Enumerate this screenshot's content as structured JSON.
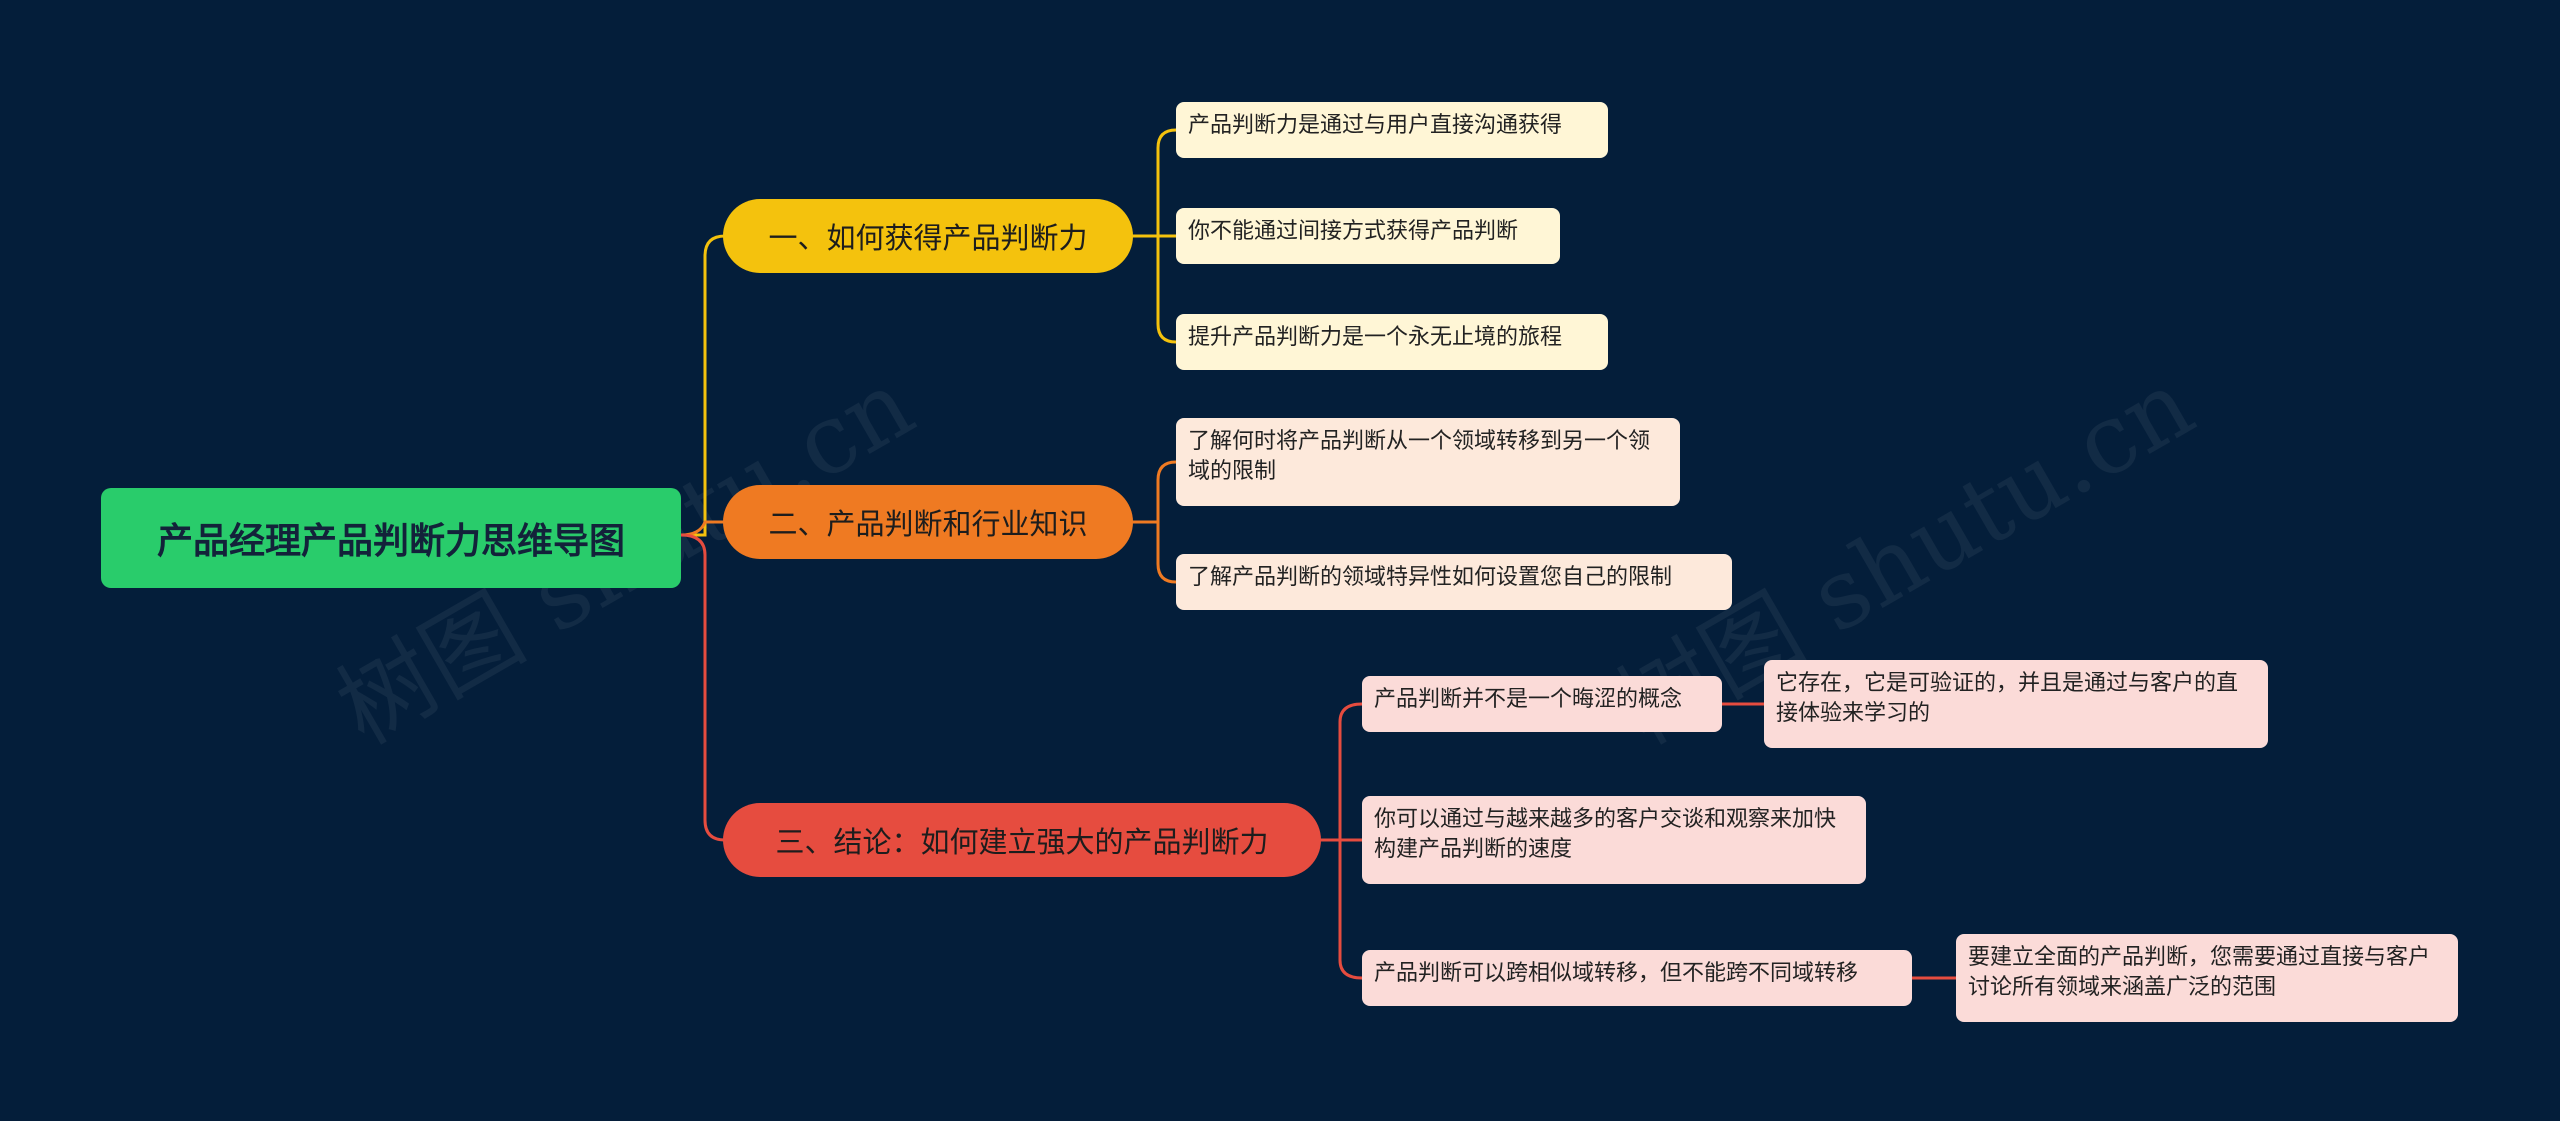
{
  "root": {
    "label": "产品经理产品判断力思维导图"
  },
  "watermark": "树图 shutu.cn",
  "colors": {
    "background": "#041e3a",
    "root": "#29cc6b",
    "branch1": "#f4c20d",
    "branch2": "#ef7a22",
    "branch3": "#e64c3f"
  },
  "branches": [
    {
      "label": "一、如何获得产品判断力",
      "children": [
        {
          "label": "产品判断力是通过与用户直接沟通获得"
        },
        {
          "label": "你不能通过间接方式获得产品判断"
        },
        {
          "label": "提升产品判断力是一个永无止境的旅程"
        }
      ]
    },
    {
      "label": "二、产品判断和行业知识",
      "children": [
        {
          "label": "了解何时将产品判断从一个领域转移到另一个领域的限制"
        },
        {
          "label": "了解产品判断的领域特异性如何设置您自己的限制"
        }
      ]
    },
    {
      "label": "三、结论：如何建立强大的产品判断力",
      "children": [
        {
          "label": "产品判断并不是一个晦涩的概念",
          "detail": "它存在，它是可验证的，并且是通过与客户的直接体验来学习的"
        },
        {
          "label": "你可以通过与越来越多的客户交谈和观察来加快构建产品判断的速度"
        },
        {
          "label": "产品判断可以跨相似域转移，但不能跨不同域转移",
          "detail": "要建立全面的产品判断，您需要通过直接与客户讨论所有领域来涵盖广泛的范围"
        }
      ]
    }
  ]
}
